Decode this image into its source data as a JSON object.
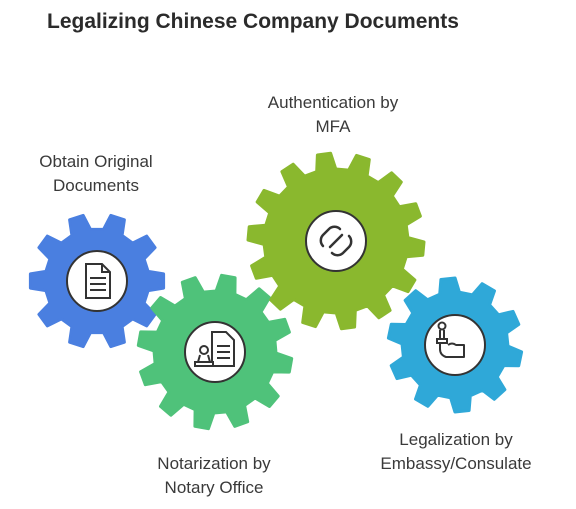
{
  "title": "Legalizing Chinese Company Documents",
  "steps": [
    {
      "line1": "Obtain Original",
      "line2": "Documents",
      "color": "#4a7fe0",
      "icon": "document-icon"
    },
    {
      "line1": "Notarization by",
      "line2": "Notary Office",
      "color": "#4fc27a",
      "icon": "notary-stamp-icon"
    },
    {
      "line1": "Authentication by",
      "line2": "MFA",
      "color": "#8ab82e",
      "icon": "authentication-link-icon"
    },
    {
      "line1": "Legalization by",
      "line2": "Embassy/Consulate",
      "color": "#2fa8d8",
      "icon": "hand-stamp-icon"
    }
  ]
}
